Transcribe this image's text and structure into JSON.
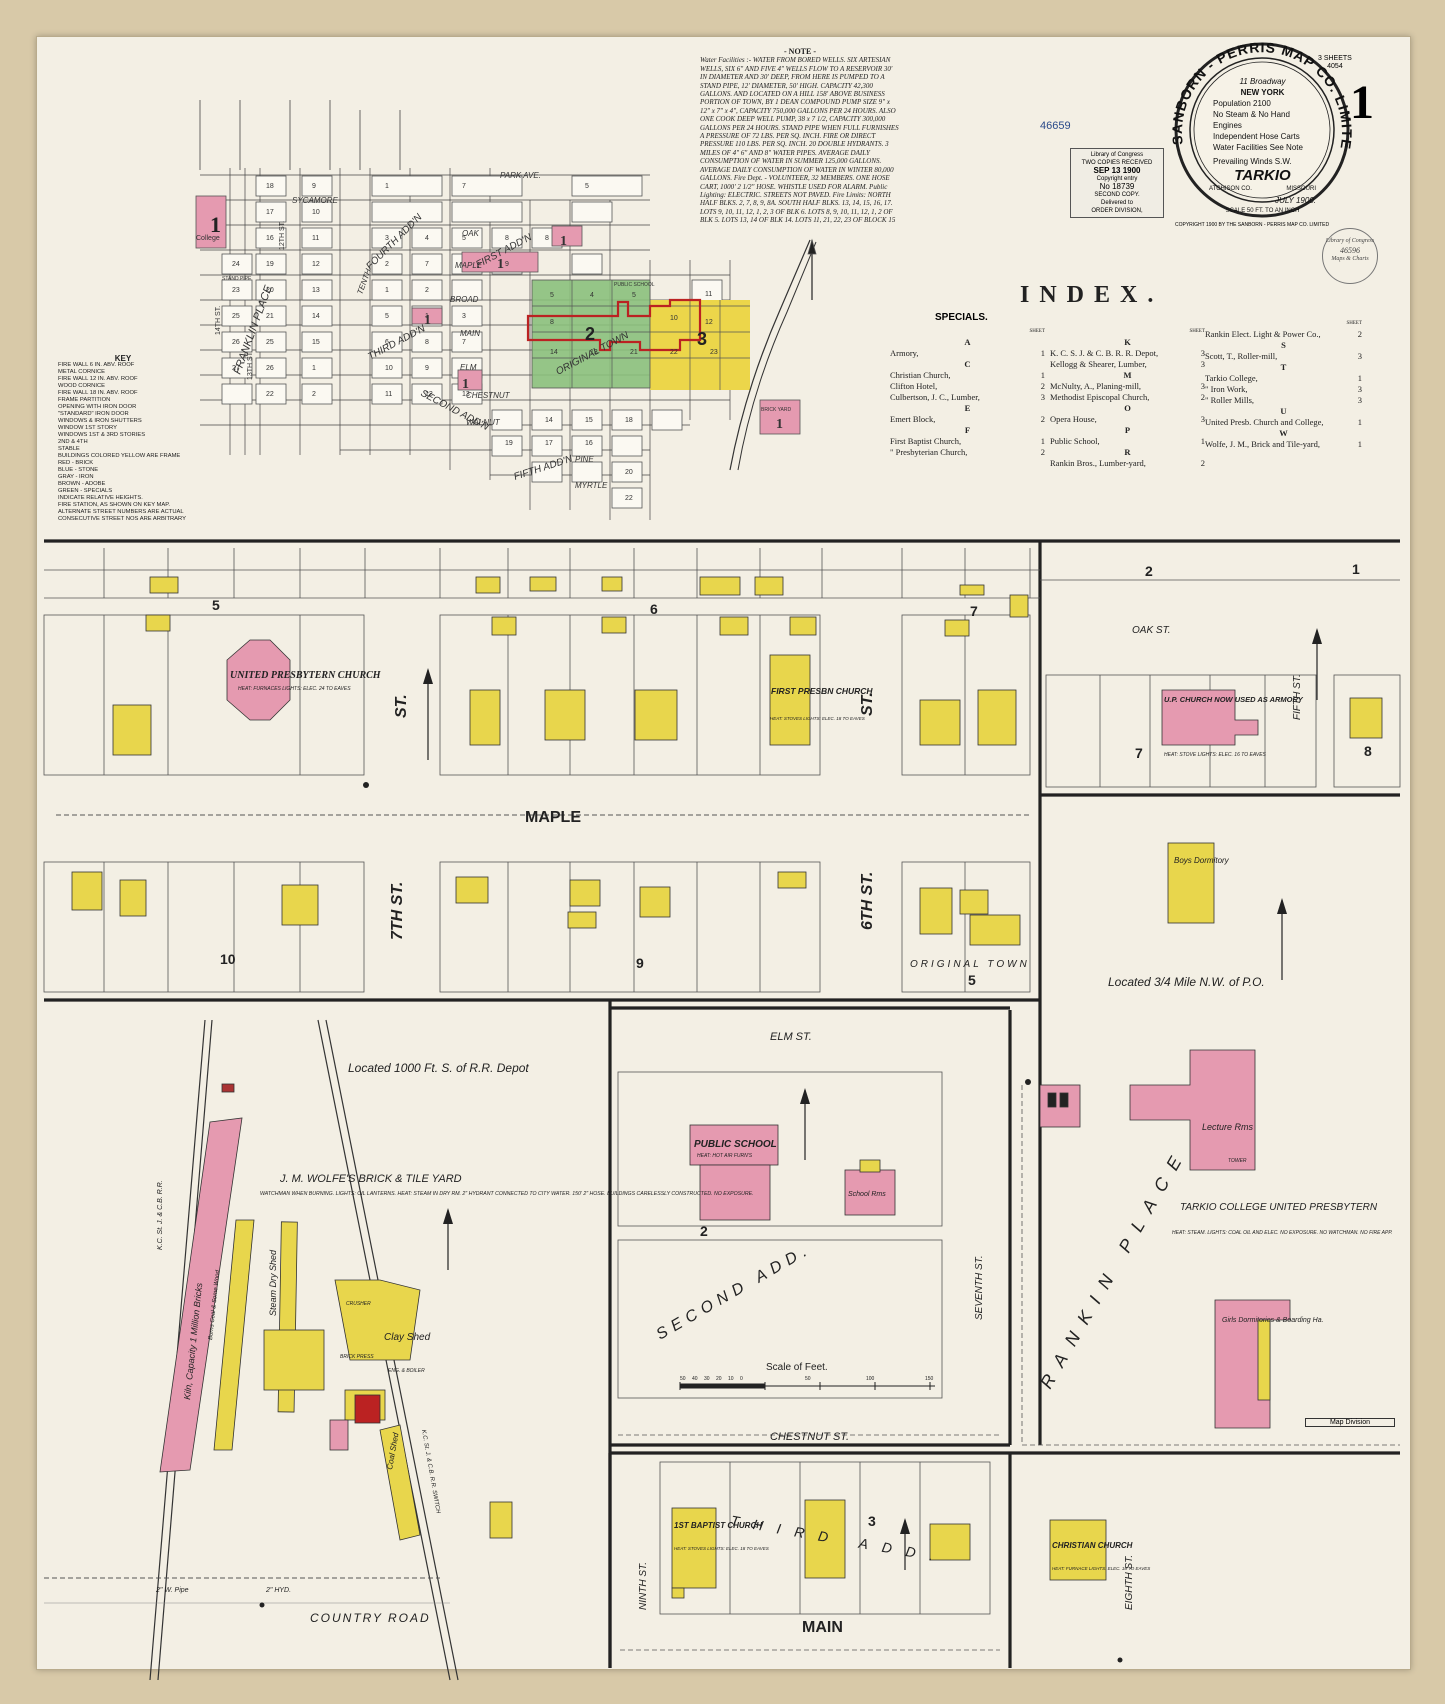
{
  "header": {
    "sheets_count": "3 SHEETS",
    "sheets_id": "4054",
    "sheet_number": "1",
    "publisher_line1": "SANBORN - PERRIS MAP CO. LIMITED",
    "publisher_addr": "11 Broadway",
    "publisher_city": "NEW YORK",
    "population": "Population 2100",
    "engines": "No Steam & No Hand Engines",
    "hose": "Independent Hose Carts",
    "water": "Water Facilities See Note",
    "winds": "Prevailing Winds S.W.",
    "town": "TARKIO",
    "county": "ATCHISON CO.",
    "state": "MISSOURI",
    "date": "JULY 1900.",
    "scale": "SCALE 50 FT. TO AN INCH",
    "copyright": "COPYRIGHT 1900 BY THE SANBORN - PERRIS MAP CO. LIMITED",
    "accession": "46659"
  },
  "stamp": {
    "l1": "Library of Congress",
    "l2": "TWO COPIES RECEIVED",
    "l3": "SEP 13 1900",
    "l4": "Copyright entry",
    "l5": "No 18739",
    "l6": "SECOND COPY.",
    "l7": "Delivered to",
    "l8": "ORDER DIVISION,"
  },
  "loc_seal": {
    "l1": "Library of Congress",
    "l2": "46596",
    "l3": "Maps & Charts"
  },
  "note": {
    "title": "- NOTE -",
    "body": "Water Facilities :- WATER FROM BORED WELLS. SIX ARTESIAN WELLS, SIX 6\" AND FIVE 4\" WELLS FLOW TO A RESERVOIR 30' IN DIAMETER AND 30' DEEP, FROM HERE IS PUMPED TO A STAND PIPE, 12' DIAMETER, 50' HIGH. CAPACITY 42,300 GALLONS. AND LOCATED ON A HILL 158' ABOVE BUSINESS PORTION OF TOWN, BY 1 DEAN COMPOUND PUMP SIZE 9\" x 12\" x 7\" x 4\", CAPACITY 750,000 GALLONS PER 24 HOURS. ALSO ONE COOK DEEP WELL PUMP, 38 x 7 1/2, CAPACITY 300,000 GALLONS PER 24 HOURS. STAND PIPE WHEN FULL FURNISHES A PRESSURE OF 72 LBS. PER SQ. INCH. FIRE OR DIRECT PRESSURE 110 LBS. PER SQ. INCH. 20 DOUBLE HYDRANTS. 3 MILES OF 4\" 6\" AND 8\" WATER PIPES. AVERAGE DAILY CONSUMPTION OF WATER IN SUMMER 125,000 GALLONS. AVERAGE DAILY CONSUMPTION OF WATER IN WINTER 80,000 GALLONS. Fire Dept. - VOLUNTEER, 32 MEMBERS. ONE HOSE CART, 1000' 2 1/2\" HOSE. WHISTLE USED FOR ALARM. Public Lighting: ELECTRIC. STREETS NOT PAVED. Fire Limits: NORTH HALF BLKS. 2, 7, 8, 9, 8A. SOUTH HALF BLKS. 13, 14, 15, 16, 17. LOTS 9, 10, 11, 12, 1, 2, 3 OF BLK 6. LOTS 8, 9, 10, 11, 12, 1, 2 OF BLK 5. LOTS 13, 14 OF BLK 14. LOTS 11, 21, 22, 23 OF BLOCK 15"
  },
  "index": {
    "title": "INDEX.",
    "specials": "SPECIALS.",
    "sheet_hdr": "SHEET",
    "col1": [
      {
        "h": "A"
      },
      {
        "n": "Armory,",
        "s": "1"
      },
      {
        "h": "C"
      },
      {
        "n": "Christian Church,",
        "s": "1"
      },
      {
        "n": "Clifton Hotel,",
        "s": "2"
      },
      {
        "n": "Culbertson, J. C., Lumber,",
        "s": "3"
      },
      {
        "h": "E"
      },
      {
        "n": "Emert Block,",
        "s": "2"
      },
      {
        "h": "F"
      },
      {
        "n": "First Baptist Church,",
        "s": "1"
      },
      {
        "n": "\"  Presbyterian Church,",
        "s": "2"
      }
    ],
    "col2": [
      {
        "h": "K"
      },
      {
        "n": "K. C. S. J. & C. B. R. R. Depot,",
        "s": "3"
      },
      {
        "n": "Kellogg & Shearer, Lumber,",
        "s": "3"
      },
      {
        "h": "M"
      },
      {
        "n": "McNulty, A., Planing-mill,",
        "s": "3"
      },
      {
        "n": "Methodist Episcopal Church,",
        "s": "2"
      },
      {
        "h": "O"
      },
      {
        "n": "Opera House,",
        "s": "3"
      },
      {
        "h": "P"
      },
      {
        "n": "Public School,",
        "s": "1"
      },
      {
        "h": "R"
      },
      {
        "n": "Rankin Bros., Lumber-yard,",
        "s": "2"
      }
    ],
    "col3": [
      {
        "n": "Rankin Elect. Light & Power Co.,",
        "s": "2"
      },
      {
        "h": "S"
      },
      {
        "n": "Scott, T., Roller-mill,",
        "s": "3"
      },
      {
        "h": "T"
      },
      {
        "n": "Tarkio College,",
        "s": "1"
      },
      {
        "n": "\"  Iron Work,",
        "s": "3"
      },
      {
        "n": "\"  Roller Mills,",
        "s": "3"
      },
      {
        "h": "U"
      },
      {
        "n": "United Presb. Church and College,",
        "s": "1"
      },
      {
        "h": "W"
      },
      {
        "n": "Wolfe, J. M., Brick and Tile-yard,",
        "s": "1"
      }
    ]
  },
  "legend": {
    "title": "KEY",
    "lines": [
      "FIRE WALL 6 IN. ABV. ROOF",
      "METAL CORNICE",
      "FIRE WALL 12 IN. ABV. ROOF",
      "WOOD CORNICE",
      "FIRE WALL 18 IN. ABV. ROOF",
      "FRAME PARTITION",
      "OPENING WITH IRON DOOR",
      "\"STANDARD\" IRON DOOR",
      "WINDOWS & IRON SHUTTERS",
      "WINDOW 1ST STORY",
      "WINDOWS 1ST & 3RD STORIES",
      "2ND & 4TH",
      "STABLE",
      "BUILDINGS COLORED YELLOW ARE FRAME",
      "RED - BRICK",
      "BLUE - STONE",
      "GRAY - IRON",
      "BROWN - ADOBE",
      "GREEN - SPECIALS",
      "INDICATE RELATIVE HEIGHTS.",
      "FIRE STATION, AS SHOWN ON KEY MAP.",
      "ALTERNATE STREET NUMBERS ARE ACTUAL",
      "CONSECUTIVE STREET NOS ARE ARBITRARY"
    ]
  },
  "keymap": {
    "college": "College",
    "brick_yard": "BRICK YARD",
    "streets": [
      "PARK AVE.",
      "SYCAMORE",
      "OAK",
      "MAPLE",
      "BROAD",
      "MAIN",
      "ELM",
      "CHESTNUT",
      "WALNUT",
      "PINE",
      "MYRTLE",
      "TENTH",
      "FOURTH ADD'N",
      "FIRST ADD'N",
      "THIRD ADD'N",
      "FIFTH ADD'N",
      "SECOND ADD'N",
      "ORIGINAL TOWN",
      "FRANKLIN PLACE",
      "12TH ST.",
      "13TH ST.",
      "14TH ST.",
      "STAND PIPE",
      "PUBLIC SCHOOL"
    ],
    "sheets": [
      "1",
      "2",
      "3"
    ]
  },
  "labels": {
    "upchurch": "UNITED PRESBYTERN CHURCH",
    "upchurch_note": "HEAT: FURNACES LIGHTS: ELEC. 24 TO EAVES",
    "first_presb": "FIRST PRESBN CHURCH",
    "first_presb_note": "HEAT: STOVES LIGHTS: ELEC. 18 TO EAVES",
    "up_armory": "U.P. CHURCH NOW USED AS ARMORY",
    "up_armory_note": "HEAT: STOVE LIGHTS: ELEC. 16 TO EAVES",
    "maple": "MAPLE",
    "oak": "OAK ST.",
    "fifth": "FIFTH ST.",
    "seventh_st": "7TH ST.",
    "sixth_st": "6TH ST.",
    "st1": "ST.",
    "st2": "ST.",
    "original_town": "ORIGINAL TOWN",
    "boys_dorm": "Boys Dormitory",
    "located_nw": "Located 3/4 Mile N.W. of P.O.",
    "located_s": "Located 1000 Ft. S. of R.R. Depot",
    "wolfe": "J. M. WOLFE'S BRICK & TILE YARD",
    "wolfe_note": "WATCHMAN WHEN BURNING. LIGHTS: OIL LANTERNS. HEAT: STEAM IN DRY RM. 2\" HYDRANT CONNECTED TO CITY WATER. 150' 2\" HOSE. BUILDINGS CARELESSLY CONSTRUCTED. NO EXPOSURE.",
    "kiln": "Kiln, Capacity 1 Million Bricks",
    "kiln2": "Burns Coal & Some Wood",
    "steam_dry_shed": "Steam Dry Shed",
    "clay_shed": "Clay Shed",
    "coal_shed": "Coal Shed",
    "crusher": "CRUSHER",
    "brick_press": "BRICK PRESS",
    "eng_boiler": "ENG. & BOILER",
    "kcrr1": "K.C. St. J. & C.B. R.R.",
    "kcrr2": "K.C. St. J. & C.B. R.R. SWITCH",
    "country_road": "COUNTRY ROAD",
    "water_pipe": "2\" W. Pipe",
    "hyd": "2\" HYD.",
    "elm": "ELM ST.",
    "chestnut": "CHESTNUT ST.",
    "public_school": "PUBLIC SCHOOL",
    "public_school_note": "HEAT: HOT AIR FURN'S",
    "school_rms": "School Rms",
    "seventh": "SEVENTH ST.",
    "second_add": "SECOND ADD.",
    "scale_of_feet": "Scale of Feet.",
    "scale_nums": [
      "50",
      "40",
      "30",
      "20",
      "10",
      "0",
      "50",
      "100",
      "150"
    ],
    "rankin_place": "RANKIN PLACE",
    "lecture": "Lecture Rms",
    "tower": "TOWER",
    "tarkio_college": "TARKIO COLLEGE UNITED PRESBYTERN",
    "tarkio_note": "HEAT: STEAM. LIGHTS: COAL OIL AND ELEC. NO EXPOSURE. NO WATCHMAN. NO FIRE APP.",
    "girls_dorm": "Girls Dormitories & Boarding Ha.",
    "main": "MAIN",
    "ninth": "NINTH ST.",
    "eighth": "EIGHTH ST.",
    "third_add": "THIRD ADD.",
    "first_bapt": "1ST BAPTIST CHURCH",
    "first_bapt_note": "HEAT: STOVES LIGHTS: ELEC. 18 TO EAVES",
    "christian": "CHRISTIAN CHURCH",
    "christian_note": "HEAT: FURNACE LIGHTS: ELEC. 18 TO EAVES",
    "map_division": "Map Division"
  }
}
